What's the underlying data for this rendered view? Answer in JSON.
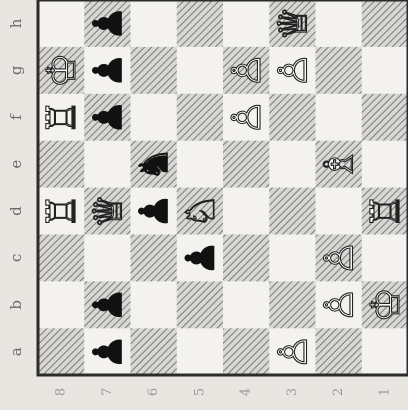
{
  "files": [
    "h",
    "g",
    "f",
    "e",
    "d",
    "c",
    "b",
    "a"
  ],
  "ranks": [
    "8",
    "7",
    "6",
    "5",
    "4",
    "3",
    "2",
    "1"
  ],
  "colors": {
    "light_square": "#f4f2ef",
    "dark_square": "#c9c7c4",
    "hatch": "#7a7a7a",
    "border": "#2b2b2b",
    "background": "#e9e6e2"
  },
  "pieces": [
    {
      "square": "h7",
      "type": "pawn",
      "color": "black",
      "glyph": "♟"
    },
    {
      "square": "h3",
      "type": "queen",
      "color": "white",
      "glyph": "♕"
    },
    {
      "square": "g8",
      "type": "king",
      "color": "white",
      "glyph": "♔"
    },
    {
      "square": "g7",
      "type": "pawn",
      "color": "black",
      "glyph": "♟"
    },
    {
      "square": "g4",
      "type": "pawn",
      "color": "white",
      "glyph": "♙"
    },
    {
      "square": "g3",
      "type": "pawn",
      "color": "white",
      "glyph": "♙"
    },
    {
      "square": "f8",
      "type": "rook",
      "color": "white",
      "glyph": "♖"
    },
    {
      "square": "f7",
      "type": "pawn",
      "color": "black",
      "glyph": "♟"
    },
    {
      "square": "f4",
      "type": "pawn",
      "color": "white",
      "glyph": "♙"
    },
    {
      "square": "e6",
      "type": "knight",
      "color": "black",
      "glyph": "♞"
    },
    {
      "square": "e2",
      "type": "bishop",
      "color": "white",
      "glyph": "♗"
    },
    {
      "square": "d8",
      "type": "rook",
      "color": "white",
      "glyph": "♖"
    },
    {
      "square": "d7",
      "type": "queen",
      "color": "white",
      "glyph": "♕"
    },
    {
      "square": "d6",
      "type": "pawn",
      "color": "black",
      "glyph": "♟"
    },
    {
      "square": "d5",
      "type": "knight",
      "color": "white",
      "glyph": "♘"
    },
    {
      "square": "d1",
      "type": "rook",
      "color": "white",
      "glyph": "♖"
    },
    {
      "square": "c5",
      "type": "pawn",
      "color": "black",
      "glyph": "♟"
    },
    {
      "square": "c2",
      "type": "pawn",
      "color": "white",
      "glyph": "♙"
    },
    {
      "square": "b7",
      "type": "pawn",
      "color": "black",
      "glyph": "♟"
    },
    {
      "square": "b2",
      "type": "pawn",
      "color": "white",
      "glyph": "♙"
    },
    {
      "square": "b1",
      "type": "king",
      "color": "white",
      "glyph": "♔"
    },
    {
      "square": "a7",
      "type": "pawn",
      "color": "black",
      "glyph": "♟"
    },
    {
      "square": "a3",
      "type": "pawn",
      "color": "white",
      "glyph": "♙"
    }
  ]
}
